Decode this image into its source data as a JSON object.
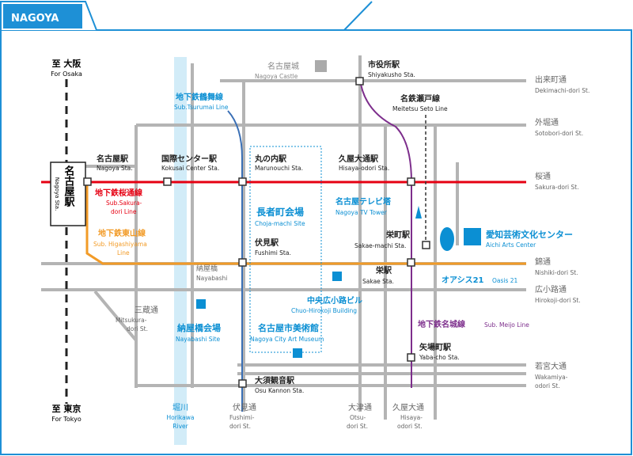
{
  "city_tab": "NAGOYA",
  "colors": {
    "frame": "#1e90d6",
    "road": "#b4b4b4",
    "sakura_line": "#e60012",
    "higashiyama_line": "#f29b27",
    "tsurumai_line": "#3a6fb5",
    "meijo_line": "#7d2e8c",
    "meitetsu_seto_line": "#333333",
    "river": "#d2ecf8",
    "landmark": "#0b8fd3",
    "jr_line": "#222222"
  },
  "directions": {
    "osaka_jp": "至 大阪",
    "osaka_en": "For Osaka",
    "tokyo_jp": "至 東京",
    "tokyo_en": "For Tokyo"
  },
  "nagoya_station_box": {
    "jp": "名古屋駅",
    "en": "Nagoya Sta."
  },
  "stations": {
    "nagoya": {
      "jp": "名古屋駅",
      "en": "Nagoya Sta."
    },
    "kokusai": {
      "jp": "国際センター駅",
      "en": "Kokusai Center Sta."
    },
    "marunouchi": {
      "jp": "丸の内駅",
      "en": "Marunouchi Sta."
    },
    "hisaya": {
      "jp": "久屋大通駅",
      "en": "Hisaya-odori Sta."
    },
    "shiyakusho": {
      "jp": "市役所駅",
      "en": "Shiyakusho Sta."
    },
    "meitetsu_seto": {
      "jp": "名鉄瀬戸線",
      "en": "Meitetsu Seto Line"
    },
    "fushimi": {
      "jp": "伏見駅",
      "en": "Fushimi Sta."
    },
    "sakae_machi": {
      "jp": "栄町駅",
      "en": "Sakae-machi Sta."
    },
    "sakae": {
      "jp": "栄駅",
      "en": "Sakae Sta."
    },
    "yaba": {
      "jp": "矢場町駅",
      "en": "Yaba-cho Sta."
    },
    "osu": {
      "jp": "大須観音駅",
      "en": "Osu Kannon Sta."
    },
    "nayabashi": {
      "jp": "納屋橋",
      "en": "Nayabashi"
    }
  },
  "lines": {
    "sakura": {
      "jp": "地下鉄桜通線",
      "en1": "Sub.Sakura-",
      "en2": "dori Line"
    },
    "higashiyama": {
      "jp": "地下鉄東山線",
      "en1": "Sub. Higashiyama",
      "en2": "Line"
    },
    "tsurumai": {
      "jp": "地下鉄鶴舞線",
      "en": "Sub.Tsurumai Line"
    },
    "meijo": {
      "jp": "地下鉄名城線",
      "en": "Sub. Meijo Line"
    }
  },
  "streets": {
    "demachi": {
      "jp": "出来町通",
      "en": "Dekimachi-dori St."
    },
    "sotobori": {
      "jp": "外堀通",
      "en": "Sotobori-dori St."
    },
    "sakura": {
      "jp": "桜通",
      "en": "Sakura-dori St."
    },
    "nishiki": {
      "jp": "錦通",
      "en": "Nishiki-dori St."
    },
    "hirokoji": {
      "jp": "広小路通",
      "en": "Hirokoji-dori St."
    },
    "wakamiya": {
      "jp": "若宮大通",
      "en1": "Wakamiya-",
      "en2": "odori St."
    },
    "mitsukura": {
      "jp": "三蔵通",
      "en1": "Mitsukura-",
      "en2": "dori St."
    },
    "fushimi_dori": {
      "jp": "伏見通",
      "en1": "Fushimi-",
      "en2": "dori St."
    },
    "otsu": {
      "jp": "大津通",
      "en1": "Otsu-",
      "en2": "dori St."
    },
    "hisaya_odori": {
      "jp": "久屋大通",
      "en1": "Hisaya-",
      "en2": "odori St."
    }
  },
  "river": {
    "jp": "堀川",
    "en1": "Horikawa",
    "en2": "River"
  },
  "landmarks": {
    "castle": {
      "jp": "名古屋城",
      "en": "Nagoya Castle"
    },
    "tv_tower": {
      "jp": "名古屋テレビ塔",
      "en": "Nagoya TV Tower"
    },
    "choja": {
      "jp": "長者町会場",
      "en": "Choja-machi Site"
    },
    "aichi": {
      "jp": "愛知芸術文化センター",
      "en": "Aichi Arts Center"
    },
    "oasis": {
      "jp": "オアシス21",
      "en": "Oasis 21"
    },
    "chuo": {
      "jp": "中央広小路ビル",
      "en": "Chuo-Hirokoji Building"
    },
    "nayabashi_site": {
      "jp": "納屋橋会場",
      "en": "Nayabashi Site"
    },
    "art_museum": {
      "jp": "名古屋市美術館",
      "en": "Nagoya City Art Museum"
    }
  }
}
